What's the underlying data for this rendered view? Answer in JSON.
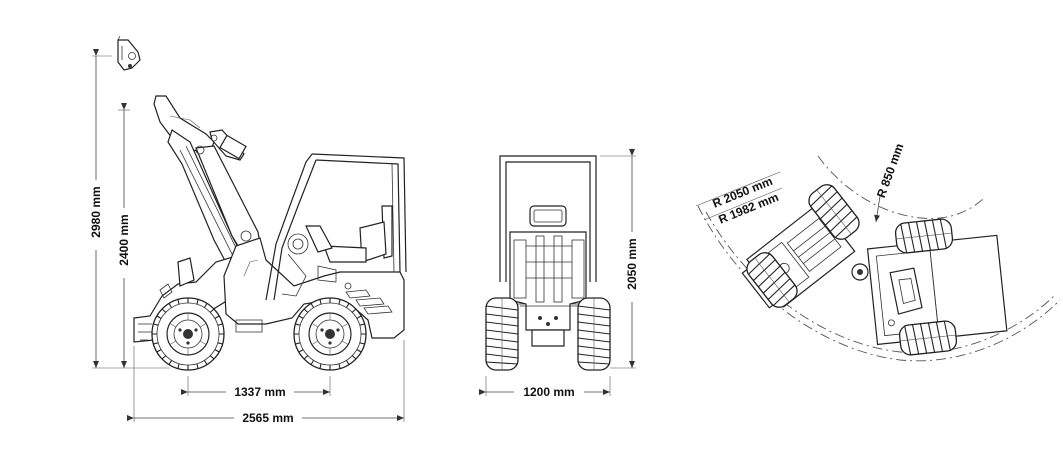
{
  "dimensions": {
    "overall_height": "2980 mm",
    "lift_height": "2400 mm",
    "wheelbase": "1337 mm",
    "overall_length": "2565 mm",
    "track_width": "1200 mm",
    "cab_height": "2050 mm",
    "outer_radius": "R 2050 mm",
    "inner_radius": "R 1982 mm",
    "inner_turn_radius": "R 850 mm"
  }
}
